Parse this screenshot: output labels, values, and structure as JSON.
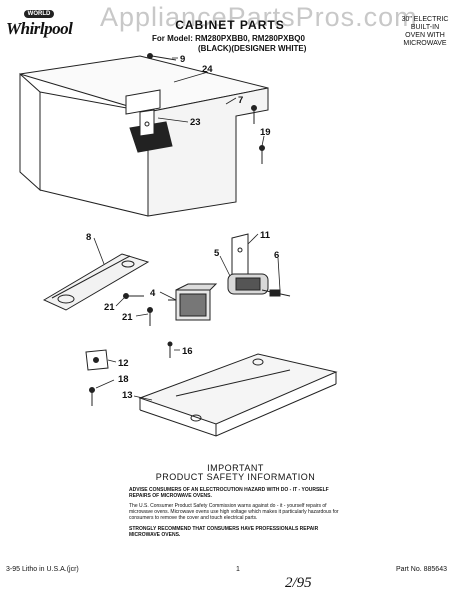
{
  "header": {
    "brand_badge": "WORLD",
    "brand": "Whirlpool",
    "watermark": "AppliancePartsPros.com",
    "title": "CABINET PARTS",
    "model_line1": "For Model: RM280PXBB0, RM280PXBQ0",
    "model_line2": "(BLACK)(DESIGNER WHITE)",
    "right_title": [
      "30\" ELECTRIC",
      "BUILT-IN",
      "OVEN WITH",
      "MICROWAVE"
    ]
  },
  "callouts": {
    "c9": "9",
    "c24": "24",
    "c7": "7",
    "c23": "23",
    "c19": "19",
    "c8": "8",
    "c11": "11",
    "c5": "5",
    "c6": "6",
    "c4": "4",
    "c21a": "21",
    "c21b": "21",
    "c16": "16",
    "c12": "12",
    "c18": "18",
    "c13": "13"
  },
  "safety": {
    "line1": "IMPORTANT",
    "line2": "PRODUCT   SAFETY   INFORMATION",
    "p1": "ADVISE CONSUMERS OF AN ELECTROCUTION HAZARD WITH DO - IT - YOURSELF REPAIRS OF MICROWAVE OVENS.",
    "p2": "The U.S. Consumer Product Safety Commission warns against do - it - yourself repairs of microwave ovens. Microwave ovens use high voltage which makes it particularly hazardous for consumers to remove the cover and touch electrical parts.",
    "p3": "STRONGLY RECOMMEND THAT CONSUMERS HAVE PROFESSIONALS REPAIR MICROWAVE OVENS."
  },
  "footer": {
    "left": "3-95  Litho in U.S.A.(jcr)",
    "center": "1",
    "right": "Part No. 885643",
    "handwritten": "2/95"
  }
}
